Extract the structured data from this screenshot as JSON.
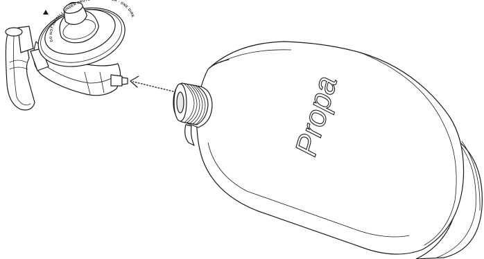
{
  "tank": {
    "brand_label": "Propa"
  },
  "regulator": {
    "ring_text": "DO NOT INSTALL UNDER PROTECTIVE COVER · ONE DIRECTION ONLY ·"
  },
  "arrow": {
    "style": "dotted",
    "direction": "toward-regulator"
  },
  "colors": {
    "line": "#1a1a1a",
    "background": "#ffffff",
    "shade": "#e9e9e9"
  }
}
